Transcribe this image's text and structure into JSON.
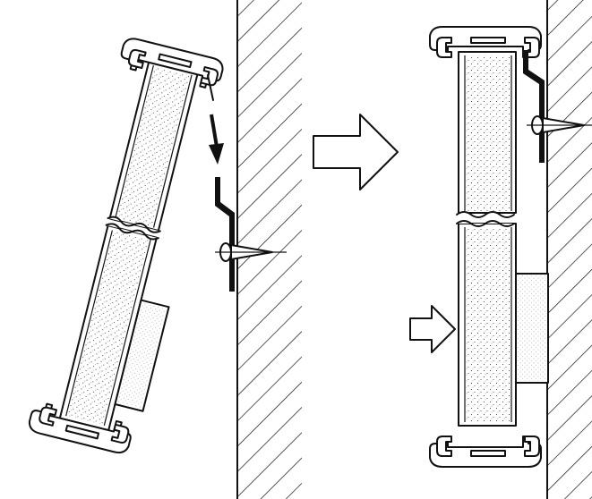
{
  "figure": {
    "description_labels": [],
    "colors": {
      "ink": "#111111",
      "background": "#ffffff",
      "insulation_fill": "#ffffff",
      "insulation_dots": "#222222"
    },
    "icons": {
      "process_arrow": "right-arrow-outline",
      "install_arrow": "down-arrow-solid",
      "press_arrow": "right-arrow-outline-small"
    }
  }
}
